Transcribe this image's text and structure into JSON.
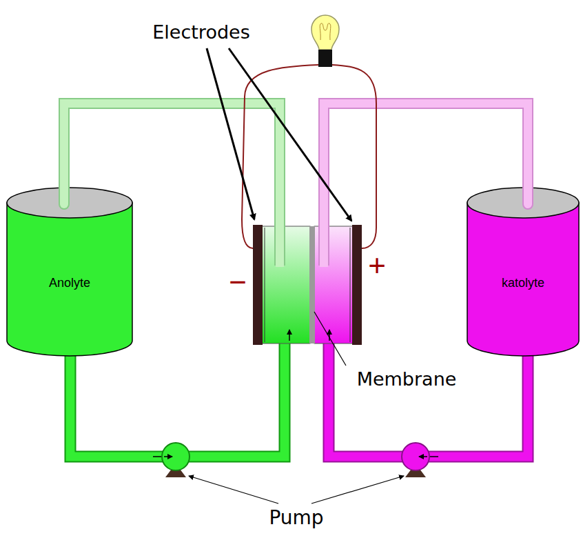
{
  "diagram": {
    "nodes": [
      {
        "text": [
          "Anolyte"
        ]
      },
      {
        "text": [
          "katolyte"
        ]
      }
    ],
    "labels": [
      "Electrodes",
      "−",
      "+",
      "Membrane",
      "Pump"
    ]
  }
}
